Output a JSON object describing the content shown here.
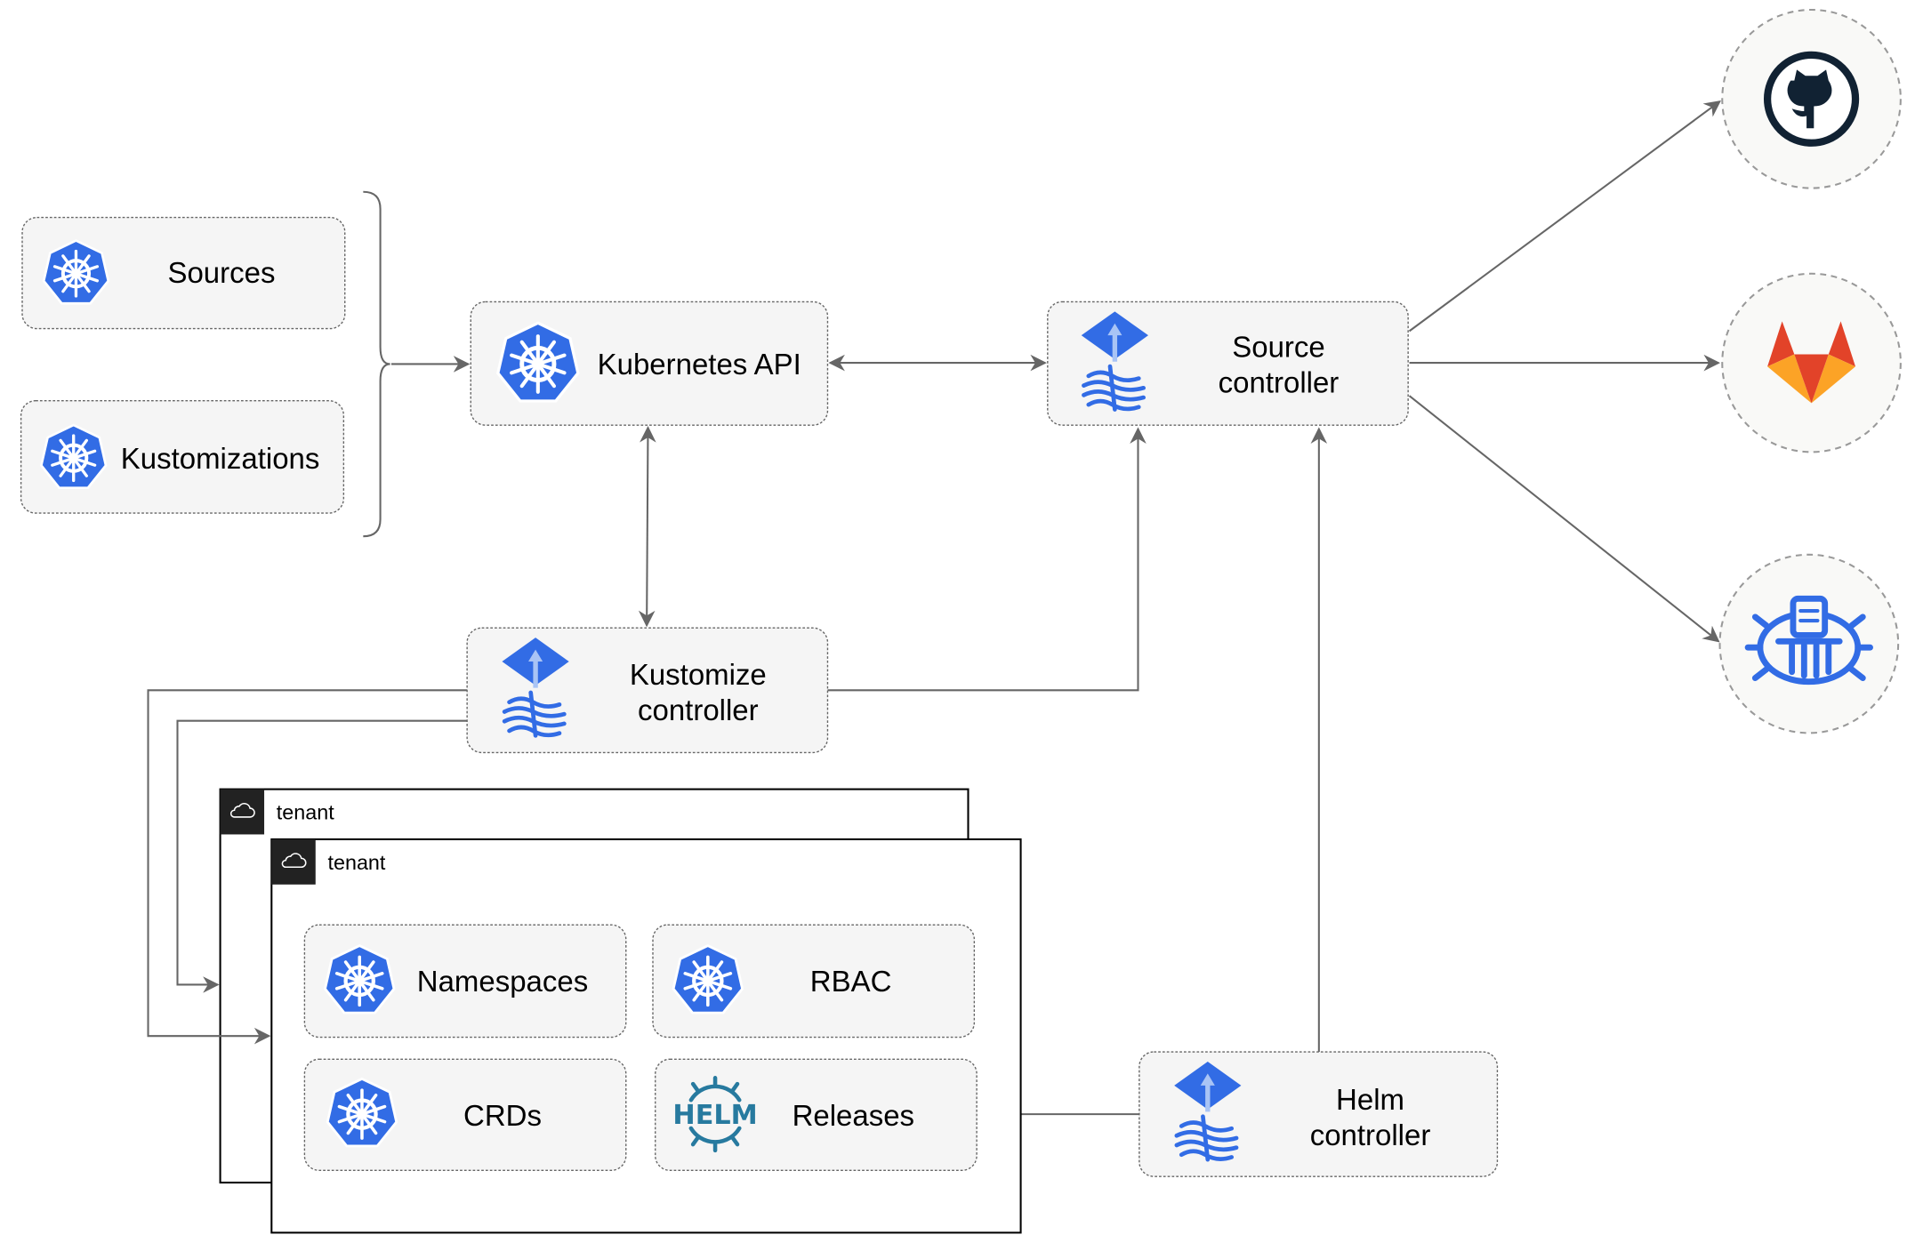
{
  "nodes": {
    "sources": {
      "label": "Sources",
      "icon": "kubernetes-icon"
    },
    "kustomizations": {
      "label": "Kustomizations",
      "icon": "kubernetes-icon"
    },
    "kubernetes_api": {
      "label": "Kubernetes API",
      "icon": "kubernetes-icon"
    },
    "source_controller": {
      "line1": "Source",
      "line2": "controller",
      "icon": "flux-icon"
    },
    "kustomize_controller": {
      "line1": "Kustomize",
      "line2": "controller",
      "icon": "flux-icon"
    },
    "helm_controller": {
      "line1": "Helm",
      "line2": "controller",
      "icon": "flux-icon"
    },
    "namespaces": {
      "label": "Namespaces",
      "icon": "kubernetes-icon"
    },
    "rbac": {
      "label": "RBAC",
      "icon": "kubernetes-icon"
    },
    "crds": {
      "label": "CRDs",
      "icon": "kubernetes-icon"
    },
    "releases": {
      "label": "Releases",
      "icon": "helm-icon",
      "icon_text": "HELM"
    }
  },
  "tenants": [
    {
      "label": "tenant",
      "icon": "cloud-icon"
    },
    {
      "label": "tenant",
      "icon": "cloud-icon"
    }
  ],
  "external_sources": [
    {
      "icon": "github-icon"
    },
    {
      "icon": "gitlab-icon"
    },
    {
      "icon": "bucket-icon"
    }
  ],
  "colors": {
    "kubernetes_blue": "#326ce5",
    "github_dark": "#112233",
    "gitlab_orange": "#e24329",
    "gitlab_light": "#fca326",
    "helm_blue": "#277a9f",
    "edge": "#666666",
    "box_fill": "#f5f5f5"
  }
}
